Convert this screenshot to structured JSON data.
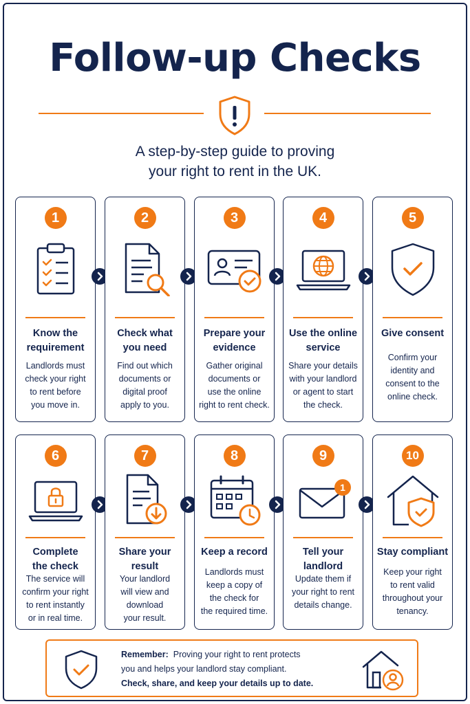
{
  "title": "Follow-up Checks",
  "subtitle_line1": "A step-by-step guide to proving",
  "subtitle_line2": "your right to rent in the UK.",
  "colors": {
    "navy": "#14244d",
    "orange": "#f07a16"
  },
  "steps": [
    {
      "number": "1",
      "icon": "clipboard-checklist-icon",
      "title_line1": "Know the",
      "title_line2": "requirement",
      "text": [
        "Landlords must",
        "check your right",
        "to rent before",
        "you move in."
      ]
    },
    {
      "number": "2",
      "icon": "document-search-icon",
      "title_line1": "Check what",
      "title_line2": "you need",
      "text": [
        "Find out which",
        "documents or",
        "digital proof",
        "apply to you."
      ]
    },
    {
      "number": "3",
      "icon": "id-card-check-icon",
      "title_line1": "Prepare your",
      "title_line2": "evidence",
      "text": [
        "Gather original",
        "documents or",
        "use the online",
        "right to rent check."
      ]
    },
    {
      "number": "4",
      "icon": "laptop-globe-icon",
      "title_line1": "Use the online",
      "title_line2": "service",
      "text": [
        "Share your details",
        "with your landlord",
        "or agent to start",
        "the check."
      ]
    },
    {
      "number": "5",
      "icon": "shield-check-icon",
      "title_line1": "Give consent",
      "title_line2": "",
      "text": [
        "Confirm your",
        "identity and",
        "consent to the",
        "online check."
      ]
    },
    {
      "number": "6",
      "icon": "laptop-lock-icon",
      "title_line1": "Complete",
      "title_line2": "the check",
      "text": [
        "The service will",
        "confirm your right",
        "to rent instantly",
        "or in real time."
      ]
    },
    {
      "number": "7",
      "icon": "document-download-icon",
      "title_line1": "Share your",
      "title_line2": "result",
      "text": [
        "Your landlord",
        "will view and",
        "download",
        "your result."
      ]
    },
    {
      "number": "8",
      "icon": "calendar-clock-icon",
      "title_line1": "Keep a record",
      "title_line2": "",
      "text": [
        "Landlords must",
        "keep a copy of",
        "the check for",
        "the required time."
      ]
    },
    {
      "number": "9",
      "icon": "envelope-notification-icon",
      "title_line1": "Tell your",
      "title_line2": "landlord",
      "text": [
        "Update them if",
        "your right to rent",
        "details change."
      ]
    },
    {
      "number": "10",
      "icon": "house-shield-icon",
      "title_line1": "Stay compliant",
      "title_line2": "",
      "text": [
        "Keep your right",
        "to rent valid",
        "throughout your",
        "tenancy."
      ]
    }
  ],
  "notification_badge": "1",
  "remember": {
    "label": "Remember:",
    "line1": "Proving your right to rent protects",
    "line2": "you and helps your landlord stay compliant.",
    "line3": "Check, share, and keep your details up to date."
  }
}
